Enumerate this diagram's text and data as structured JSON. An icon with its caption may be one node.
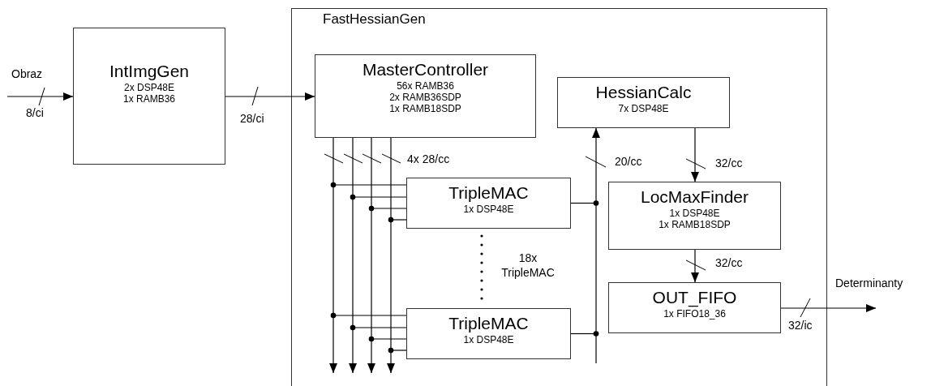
{
  "diagram": {
    "nodes": [
      {
        "text": [
          "IntImgGen",
          "2x DSP48E",
          "1x RAMB36"
        ]
      },
      {
        "text": [
          "FastHessianGen"
        ]
      },
      {
        "text": [
          "MasterController",
          "56x RAMB36",
          "2x RAMB36SDP",
          "1x RAMB18SDP"
        ],
        "in": 1
      },
      {
        "text": [
          "HessianCalc",
          "7x DSP48E"
        ],
        "in": 1
      },
      {
        "text": [
          "TripleMAC",
          "1x DSP48E"
        ],
        "in": 1
      },
      {
        "text": [
          "TripleMAC",
          "1x DSP48E"
        ],
        "in": 1
      },
      {
        "text": [
          "LocMaxFinder",
          "1x DSP48E",
          "1x RAMB18SDP"
        ],
        "in": 1
      },
      {
        "text": [
          "OUT_FIFO",
          "1x FIFO18_36"
        ],
        "in": 1
      }
    ],
    "edges": [
      {
        "from": null,
        "to": 0,
        "arrow": "to",
        "label": "8/ci"
      },
      {
        "from": 0,
        "to": 2,
        "arrow": "to",
        "label": "28/ci"
      },
      {
        "from": 2,
        "to": 4,
        "arrow": "none"
      },
      {
        "from": 2,
        "to": 5,
        "arrow": "none"
      },
      {
        "from": 2,
        "to": null,
        "arrow": "to",
        "label": "4x 28/cc"
      },
      {
        "from": 4,
        "to": 3,
        "arrow": "to",
        "label": "20/cc"
      },
      {
        "from": 5,
        "to": 3,
        "arrow": "to"
      },
      {
        "from": 3,
        "to": 6,
        "arrow": "to",
        "label": "32/cc"
      },
      {
        "from": 6,
        "to": 7,
        "arrow": "to",
        "label": "32/cc"
      },
      {
        "from": 7,
        "to": null,
        "arrow": "to",
        "label": "32/ic"
      }
    ],
    "labels": [
      "Obraz",
      "18x TripleMAC",
      "Determinanty"
    ]
  }
}
